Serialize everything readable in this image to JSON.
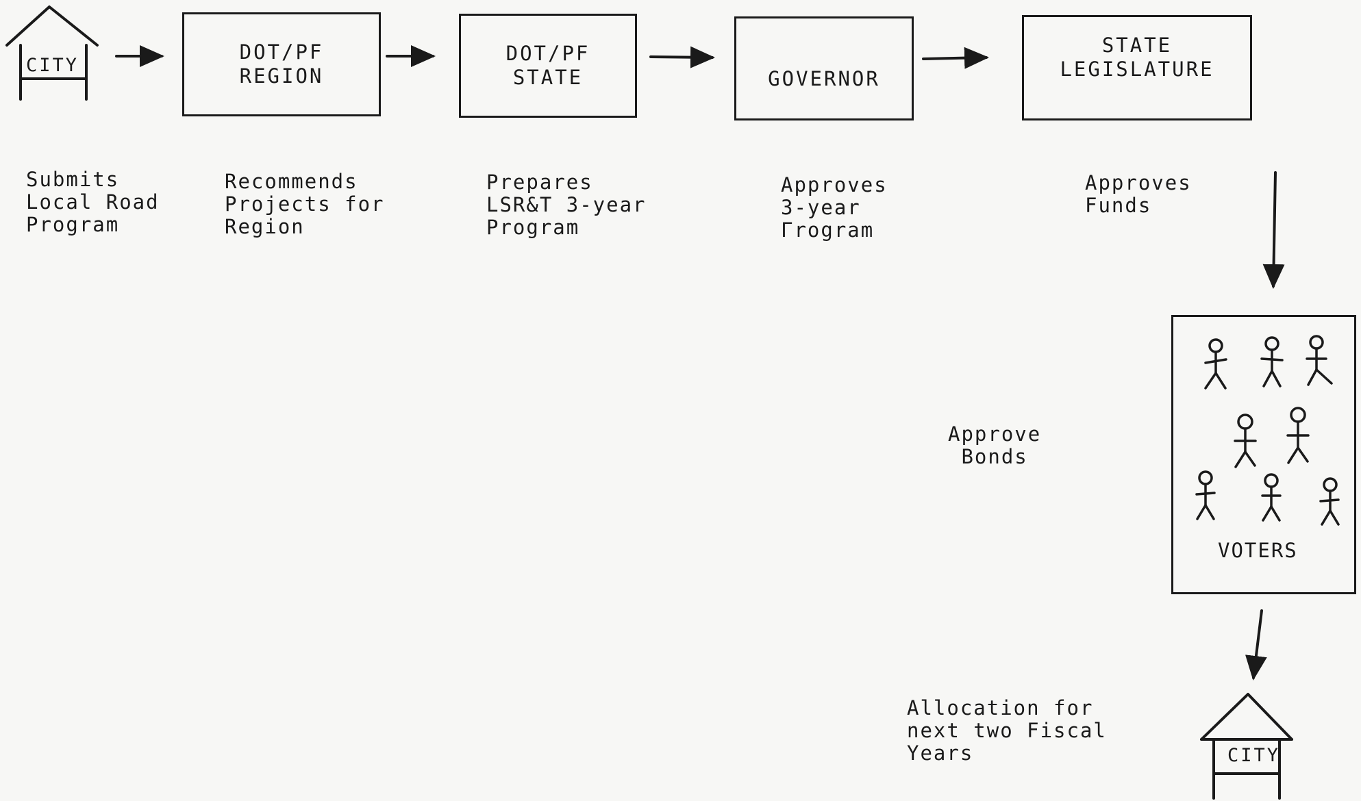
{
  "flow_boxes": {
    "city_top": "CITY",
    "region": "DOT/PF\nREGION",
    "state": "DOT/PF\nSTATE",
    "governor": "GOVERNOR",
    "legislature": "STATE\nLEGISLATURE",
    "voters": "VOTERS",
    "city_bottom": "CITY"
  },
  "captions": {
    "city": "Submits\nLocal Road\nProgram",
    "region": "Recommends\nProjects for\nRegion",
    "state": "Prepares\nLSR&T 3-year\nProgram",
    "governor": "Approves\n3-year\nΓrogram",
    "legislature": "Approves\nFunds",
    "voters": "Approve\nBonds",
    "allocation": "Allocation for\nnext two Fiscal\nYears"
  }
}
